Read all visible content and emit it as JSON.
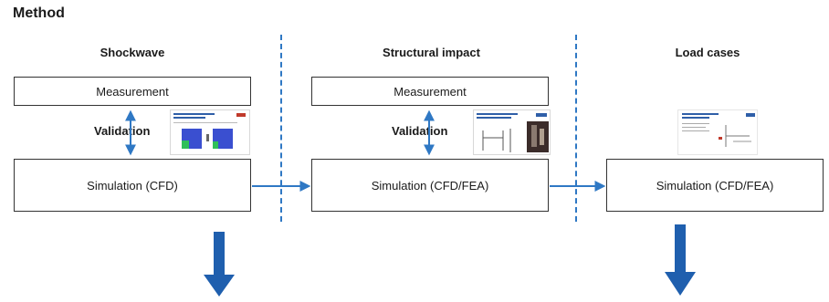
{
  "title": "Method",
  "columns": [
    {
      "header": "Shockwave",
      "measurement": "Measurement",
      "validation": "Validation",
      "simulation": "Simulation (CFD)"
    },
    {
      "header": "Structural impact",
      "measurement": "Measurement",
      "validation": "Validation",
      "simulation": "Simulation (CFD/FEA)"
    },
    {
      "header": "Load cases",
      "simulation": "Simulation (CFD/FEA)"
    }
  ],
  "colors": {
    "accent_blue": "#2f78c4",
    "big_arrow_blue": "#1f5fae"
  }
}
